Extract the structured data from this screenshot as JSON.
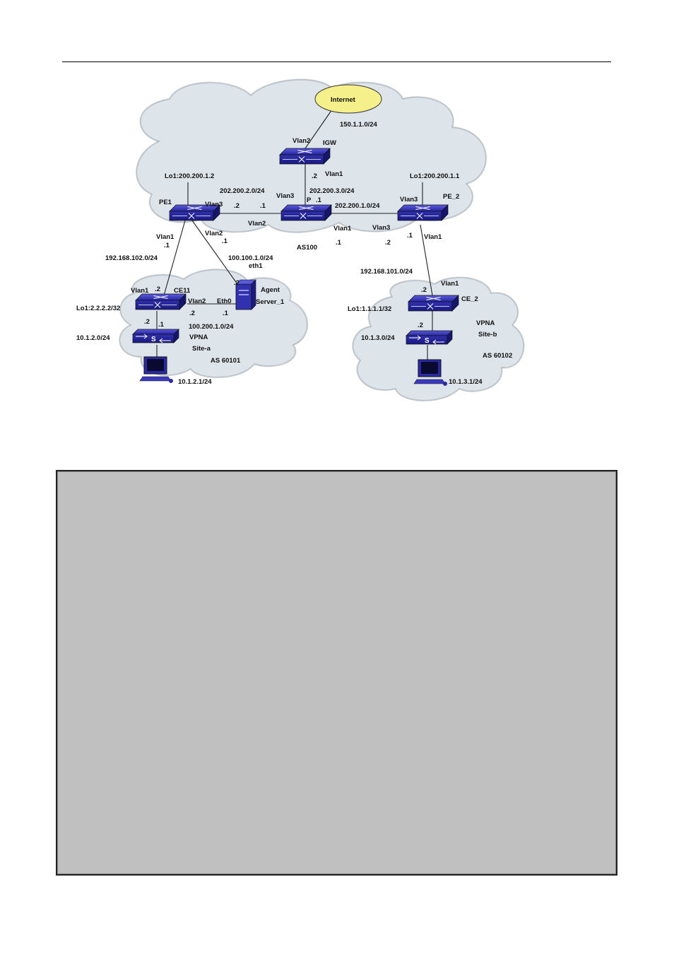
{
  "diagram": {
    "internet": "Internet",
    "internet_net": "150.1.1.0/24",
    "igw": "IGW",
    "igw_vlan2": "Vlan2",
    "igw_vlan1": "Vlan1",
    "igw_dot2": ".2",
    "p_name": "P",
    "p_dot1_top": ".1",
    "p_vlan3": "Vlan3",
    "p_dot1_left": ".1",
    "p_vlan2": "Vlan2",
    "p_vlan1": "Vlan1",
    "p_dot1_bottom": ".1",
    "net_202_2": "202.200.2.0/24",
    "net_202_3": "202.200.3.0/24",
    "net_202_1": "202.200.1.0/24",
    "as100": "AS100",
    "pe1": "PE1",
    "pe1_lo": "Lo1:200.200.1.2",
    "pe1_vlan3": "Vlan3",
    "pe1_dot2": ".2",
    "pe1_vlan1": "Vlan1",
    "pe1_vlan1_dot1": ".1",
    "pe1_vlan2": "Vlan2",
    "pe1_vlan2_dot1": ".1",
    "pe2": "PE_2",
    "pe2_lo": "Lo1:200.200.1.1",
    "pe2_vlan3": "Vlan3",
    "pe2_vlan3_dot2": ".2",
    "pe2_vlan1": "Vlan1",
    "pe2_vlan1_dot1": ".1",
    "net_192_102": "192.168.102.0/24",
    "net_192_101": "192.168.101.0/24",
    "net_100_100": "100.100.1.0/24",
    "eth1": "eth1",
    "server_dot2": ".2",
    "agent": "Agent",
    "server": "Server_1",
    "eth0": "Eth0",
    "eth0_dot1": ".1",
    "ce11": "CE11",
    "ce11_lo": "Lo1:2.2.2.2/32",
    "ce11_vlan1": "Vlan1",
    "ce11_vlan1_dot2": ".2",
    "ce11_vlan2": "Vlan2",
    "ce11_vlan2_dot2": ".2",
    "net_100_200": "100.200.1.0/24",
    "ce11_down_dot2": ".2",
    "sw_a_dot1": ".1",
    "net_10_1_2": "10.1.2.0/24",
    "vpna_a": "VPNA",
    "site_a": "Site-a",
    "as60101": "AS  60101",
    "pc_a": "10.1.2.1/24",
    "ce2": "CE_2",
    "ce2_lo": "Lo1:1.1.1.1/32",
    "ce2_vlan1": "Vlan1",
    "ce2_vlan1_dot2": ".2",
    "ce2_down_dot2": ".2",
    "net_10_1_3": "10.1.3.0/24",
    "vpna_b": "VPNA",
    "site_b": "Site-b",
    "as60102": "AS  60102",
    "pc_b": "10.1.3.1/24",
    "switch_s": "S"
  },
  "colors": {
    "cloud_fill": "#dde4ea",
    "cloud_stroke": "#9aa3aa",
    "router_blue": "#2a2aa8",
    "internet_fill": "#f6f08a",
    "box_grey": "#c0c0c0"
  }
}
